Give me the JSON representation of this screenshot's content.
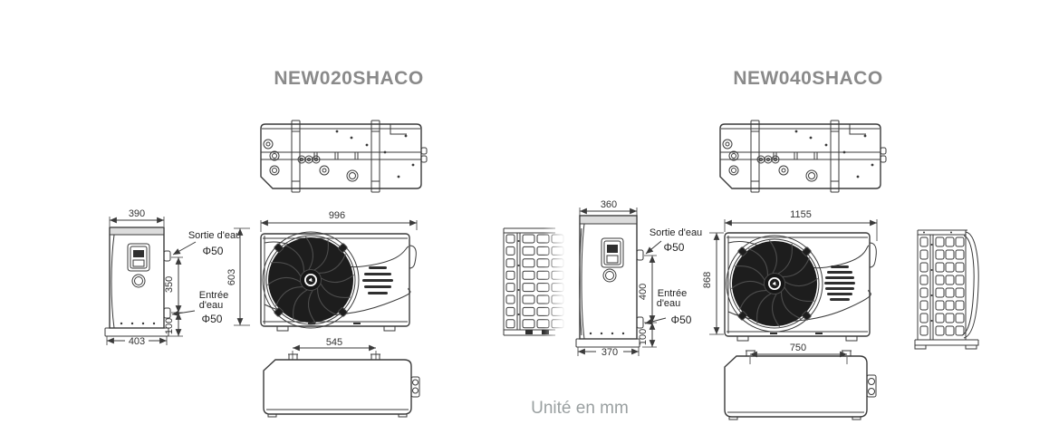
{
  "unit_note": "Unité en mm",
  "colors": {
    "line": "#3a3a3a",
    "title": "#8a8a8a",
    "note": "#9aa0a1",
    "fan": "#1d1d1d"
  },
  "models": [
    {
      "title": "NEW020SHACO",
      "side_view": {
        "top_width": "390",
        "base_width": "403",
        "port_spacing": "350",
        "base_offset": "100",
        "outlet_label": "Sortie d'eau",
        "outlet_dia": "Φ50",
        "inlet_label_1": "Entrée",
        "inlet_label_2": "d'eau",
        "inlet_dia": "Φ50"
      },
      "front_view": {
        "width": "996",
        "height": "603"
      },
      "bottom_view": {
        "mount_spacing": "545"
      }
    },
    {
      "title": "NEW040SHACO",
      "side_view": {
        "top_width": "360",
        "base_width": "370",
        "port_spacing": "400",
        "base_offset": "100",
        "outlet_label": "Sortie d'eau",
        "outlet_dia": "Φ50",
        "inlet_label_1": "Entrée",
        "inlet_label_2": "d'eau",
        "inlet_dia": "Φ50"
      },
      "front_view": {
        "width": "1155",
        "height": "868"
      },
      "bottom_view": {
        "mount_spacing": "750"
      }
    }
  ]
}
